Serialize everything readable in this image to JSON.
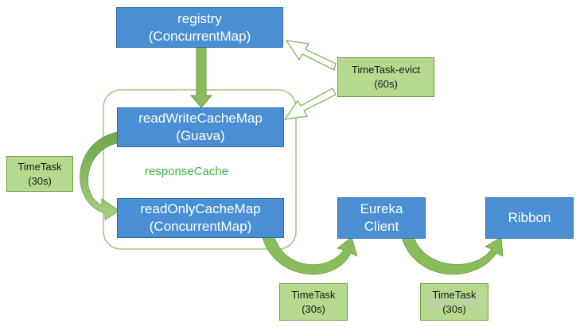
{
  "nodes": {
    "registry": {
      "line1": "registry",
      "line2": "(ConcurrentMap)"
    },
    "read_write_cache": {
      "line1": "readWriteCacheMap",
      "line2": "(Guava)"
    },
    "read_only_cache": {
      "line1": "readOnlyCacheMap",
      "line2": "(ConcurrentMap)"
    },
    "eureka_client": {
      "line1": "Eureka",
      "line2": "Client"
    },
    "ribbon": {
      "line1": "Ribbon"
    }
  },
  "region": {
    "label": "responseCache"
  },
  "timers": {
    "evict": {
      "line1": "TimeTask-evict",
      "line2": "(60s)"
    },
    "rw_to_ro": {
      "line1": "TimeTask",
      "line2": "(30s)"
    },
    "ro_to_client": {
      "line1": "TimeTask",
      "line2": "(30s)"
    },
    "client_to_ribbon": {
      "line1": "TimeTask",
      "line2": "(30s)"
    }
  },
  "watermark": {
    "text": "csdn.net/qq"
  },
  "colors": {
    "blue_fill": "#4a8fd4",
    "green_fill": "#b5d98d",
    "arrow_green": "#89bd5a",
    "region_label": "#3cb043"
  }
}
